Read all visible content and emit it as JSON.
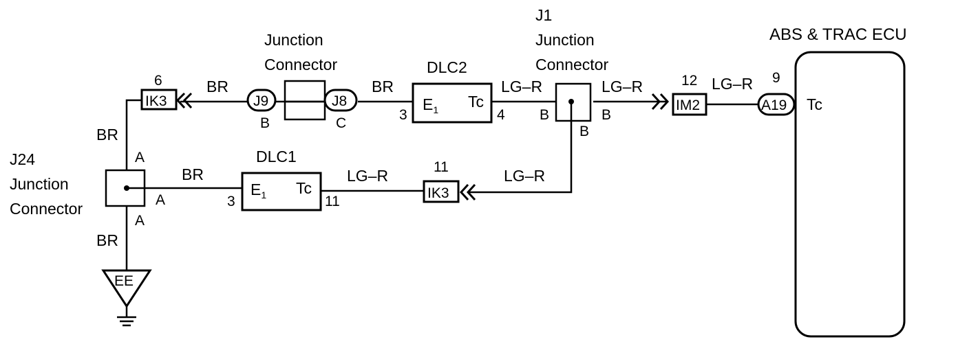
{
  "components": {
    "ecu": {
      "title": "ABS & TRAC ECU",
      "terminal": "Tc"
    },
    "dlc2": {
      "name": "DLC2",
      "e1": "E",
      "e1_sub": "1",
      "tc": "Tc",
      "pin_e1": "3",
      "pin_tc": "4"
    },
    "dlc1": {
      "name": "DLC1",
      "e1": "E",
      "e1_sub": "1",
      "tc": "Tc",
      "pin_e1": "3",
      "pin_tc": "11"
    },
    "junction_top": {
      "line1": "Junction",
      "line2": "Connector"
    },
    "j1": {
      "id": "J1",
      "line1": "Junction",
      "line2": "Connector",
      "pin_left": "B",
      "pin_right": "B",
      "pin_bottom": "B"
    },
    "j24": {
      "id": "J24",
      "line1": "Junction",
      "line2": "Connector",
      "pin_top": "A",
      "pin_right": "A",
      "pin_bottom": "A"
    },
    "j9": {
      "label": "J9",
      "pin": "B"
    },
    "j8": {
      "label": "J8",
      "pin": "C"
    },
    "ik3_top": {
      "label": "IK3",
      "pin": "6"
    },
    "ik3_bottom": {
      "label": "IK3",
      "pin": "11"
    },
    "im2": {
      "label": "IM2",
      "pin": "12"
    },
    "a19": {
      "label": "A19",
      "pin": "9"
    },
    "ground": {
      "label": "EE"
    }
  },
  "wires": {
    "br_ik3_j9": "BR",
    "br_j8_dlc2": "BR",
    "lgr_dlc2_j1": "LG–R",
    "lgr_j1_im2": "LG–R",
    "lgr_im2_a19": "LG–R",
    "br_ik3_j24": "BR",
    "br_j24_dlc1": "BR",
    "lgr_dlc1_ik3": "LG–R",
    "lgr_ik3_j1": "LG–R",
    "br_j24_ground": "BR"
  }
}
